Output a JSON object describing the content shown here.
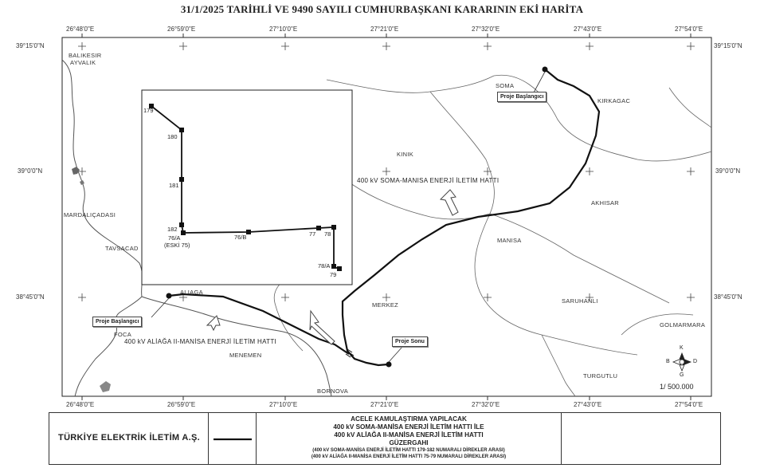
{
  "title": "31/1/2025  TARİHLİ VE 9490  SAYILI CUMHURBAŞKANI KARARININ EKİ HARİTA",
  "coords": {
    "top": [
      "26°48'0\"E",
      "26°59'0\"E",
      "27°10'0\"E",
      "27°21'0\"E",
      "27°32'0\"E",
      "27°43'0\"E",
      "27°54'0\"E"
    ],
    "bottom": [
      "26°48'0\"E",
      "26°59'0\"E",
      "27°10'0\"E",
      "27°21'0\"E",
      "27°32'0\"E",
      "27°43'0\"E",
      "27°54'0\"E"
    ],
    "left": [
      "39°15'0\"N",
      "39°0'0\"N",
      "38°45'0\"N"
    ],
    "right": [
      "39°15'0\"N",
      "39°0'0\"N",
      "38°45'0\"N"
    ]
  },
  "places": {
    "balikesir": "BALIKESIR",
    "ayvalik": "AYVALIK",
    "soma": "SOMA",
    "kirkagac": "KIRKAGAC",
    "kinik": "KINIK",
    "akhisar": "AKHISAR",
    "mardalicadasi": "MARDALIÇADASI",
    "tavsacad": "TAVSACAD",
    "manisa": "MANISA",
    "aliaga": "ALIAGA",
    "merkez": "MERKEZ",
    "saruhanli": "SARUHANLI",
    "golmarmara": "GOLMARMARA",
    "foca": "FOCA",
    "menemen": "MENEMEN",
    "turgutlu": "TURGUTLU",
    "bornova": "BORNOVA"
  },
  "lines": {
    "soma_manisa": "400 kV SOMA-MANISA ENERJİ İLETİM HATTI",
    "aliaga_manisa": "400 kV ALİAĞA II-MANİSA ENERJİ İLETİM HATTI"
  },
  "callouts": {
    "start_soma": "Proje Başlangıcı",
    "start_aliaga": "Proje Başlangıcı",
    "end": "Proje Sonu"
  },
  "inset": {
    "labels": {
      "p179": "179",
      "p180": "180",
      "p181": "181",
      "p182": "182",
      "p76a": "76/A",
      "eski75": "(ESKİ 75)",
      "p76b": "76/B",
      "p77": "77",
      "p78": "78",
      "p78a": "78/A",
      "p79": "79"
    }
  },
  "compass": {
    "n": "K",
    "s": "G",
    "e": "D",
    "w": "B"
  },
  "scale": "1/ 500.000",
  "legend": {
    "company": "TÜRKİYE ELEKTRİK İLETİM A.Ş.",
    "line1": "ACELE KAMULAŞTIRMA YAPILACAK",
    "line2": "400 kV SOMA-MANİSA ENERJİ İLETİM HATTI İLE",
    "line3": "400 kV ALİAĞA II-MANİSA ENERJİ İLETİM HATTI",
    "line4": "GÜZERGAHI",
    "sub1": "(400 kV SOMA-MANİSA ENERJİ İLETİM HATTI 179-182 NUMARALI DİREKLER ARASI)",
    "sub2": "(400 kV ALİAĞA II-MANİSA ENERJİ İLETİM HATTI 75-79 NUMARALI DİREKLER ARASI)"
  }
}
